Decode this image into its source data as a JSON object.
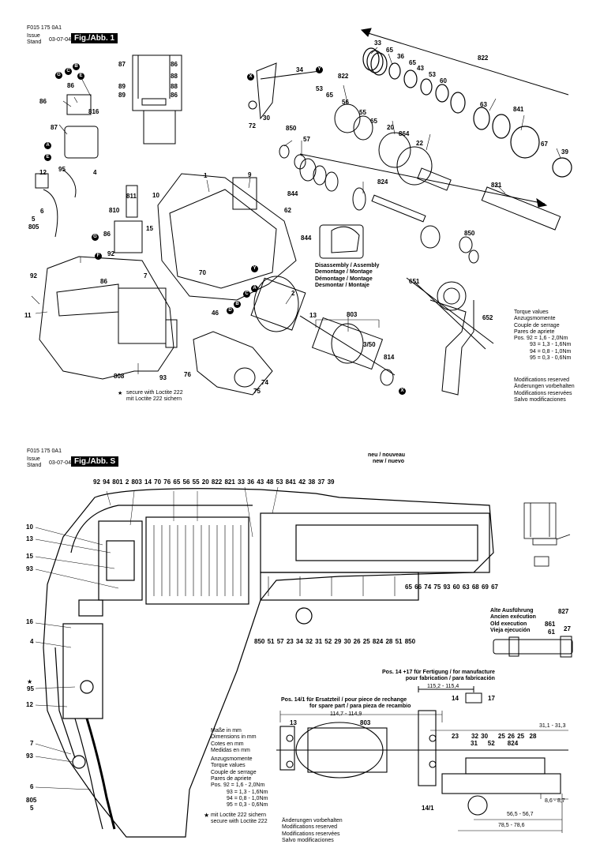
{
  "header": {
    "doc_id": "F015 175 0A1",
    "issue_label": "Issue",
    "stand_label": "Stand",
    "date": "03-07-04",
    "fig1_label": "Fig./Abb. 1",
    "figS_label": "Fig./Abb. S"
  },
  "fig1": {
    "disassembly": [
      "Disassembly / Assembly",
      "Demontage / Montage",
      "Démontage / Montage",
      "Desmontar / Montaje"
    ],
    "loctite": [
      "secure with Loctite 222",
      "mit Loctite 222 sichern"
    ],
    "torque": [
      "Torque values",
      "Anzugsmomente",
      "Couple de serrage",
      "Pares de apriete",
      "Pos. 92 = 1,6 - 2,0Nm",
      "93 = 1,3 - 1,6Nm",
      "94 = 0,8 - 1,0Nm",
      "95 = 0,3 - 0,6Nm"
    ],
    "modifications": [
      "Modifications reserved",
      "Änderungen vorbehalten",
      "Modifications reservées",
      "Salvo modificaciones"
    ],
    "star": "★",
    "callouts": [
      "33",
      "65",
      "36",
      "65",
      "43",
      "53",
      "60",
      "822",
      "63",
      "841",
      "67",
      "39",
      "34",
      "72",
      "30",
      "53",
      "822",
      "65",
      "56",
      "55",
      "65",
      "20",
      "864",
      "22",
      "850",
      "57",
      "824",
      "821",
      "844",
      "62",
      "844",
      "850",
      "651",
      "652",
      "87",
      "86",
      "88",
      "89",
      "89",
      "88",
      "86",
      "1",
      "9",
      "811",
      "810",
      "10",
      "15",
      "86",
      "86",
      "92",
      "70",
      "46",
      "2",
      "13",
      "803",
      "3/50",
      "814",
      "76",
      "74",
      "75",
      "92",
      "11",
      "808",
      "93",
      "87",
      "86",
      "816",
      "12",
      "95",
      "4",
      "5",
      "805",
      "6",
      "7",
      "86",
      "F",
      "G",
      "C",
      "B",
      "E",
      "A",
      "X",
      "Y",
      "D"
    ]
  },
  "figS": {
    "neu_nouveau": "neu / nouveau",
    "new_nuevo": "new / nuevo",
    "old_execution": [
      "Alte Ausführung",
      "Ancien exécution",
      "Old execution",
      "Vieja ejecución"
    ],
    "pos14": [
      "Pos. 14 +17 für Fertigung / for manufacture",
      "pour fabrication / para fabricación"
    ],
    "dim_14": "115,2 - 115,4",
    "pos141": [
      "Pos. 14/1 für Ersatzteil / pour piece de rechange",
      "for spare part / para pieza de recambio"
    ],
    "dim_141": "114,7 - 114,9",
    "dims": {
      "d1": "31,1 - 31,3",
      "d2": "8,6 - 8,7",
      "d3": "56,5 - 56,7",
      "d4": "78,5 - 78,6"
    },
    "masse": [
      "Maße in mm",
      "Dimensions in mm",
      "Cotes en mm",
      "Medidas en mm",
      "Anzugsmomente",
      "Torque values",
      "Couple de serrage",
      "Pares de apriete",
      "Pos. 92 = 1,6 - 2,0Nm",
      "93 = 1,3 - 1,6Nm",
      "94 = 0,8 - 1,0Nm",
      "95 = 0,3 - 0,6Nm"
    ],
    "loctite": [
      "mit Loctite 222 sichern",
      "secure with Loctite 222"
    ],
    "modifications": [
      "Änderungen vorbehalten",
      "Modifications reserved",
      "Modifications reservées",
      "Salvo modificaciones"
    ],
    "top_callouts": "92  94  801 2  803  14  70  76  65 56 55 20 822 821 33 36 43 48  53  841 42 38 37 39",
    "bottom_callouts": "850  51 57  23  34 32 31  52  29 30  26 25  824  28  51  850",
    "right_callouts": "65 66 74 75 93  60 63 68 69 67",
    "side_callouts": [
      "10",
      "13",
      "15",
      "93",
      "16",
      "4",
      "95",
      "12",
      "7",
      "93",
      "6",
      "805",
      "5"
    ],
    "old_callouts": [
      "827",
      "861",
      "61",
      "27"
    ]
  }
}
